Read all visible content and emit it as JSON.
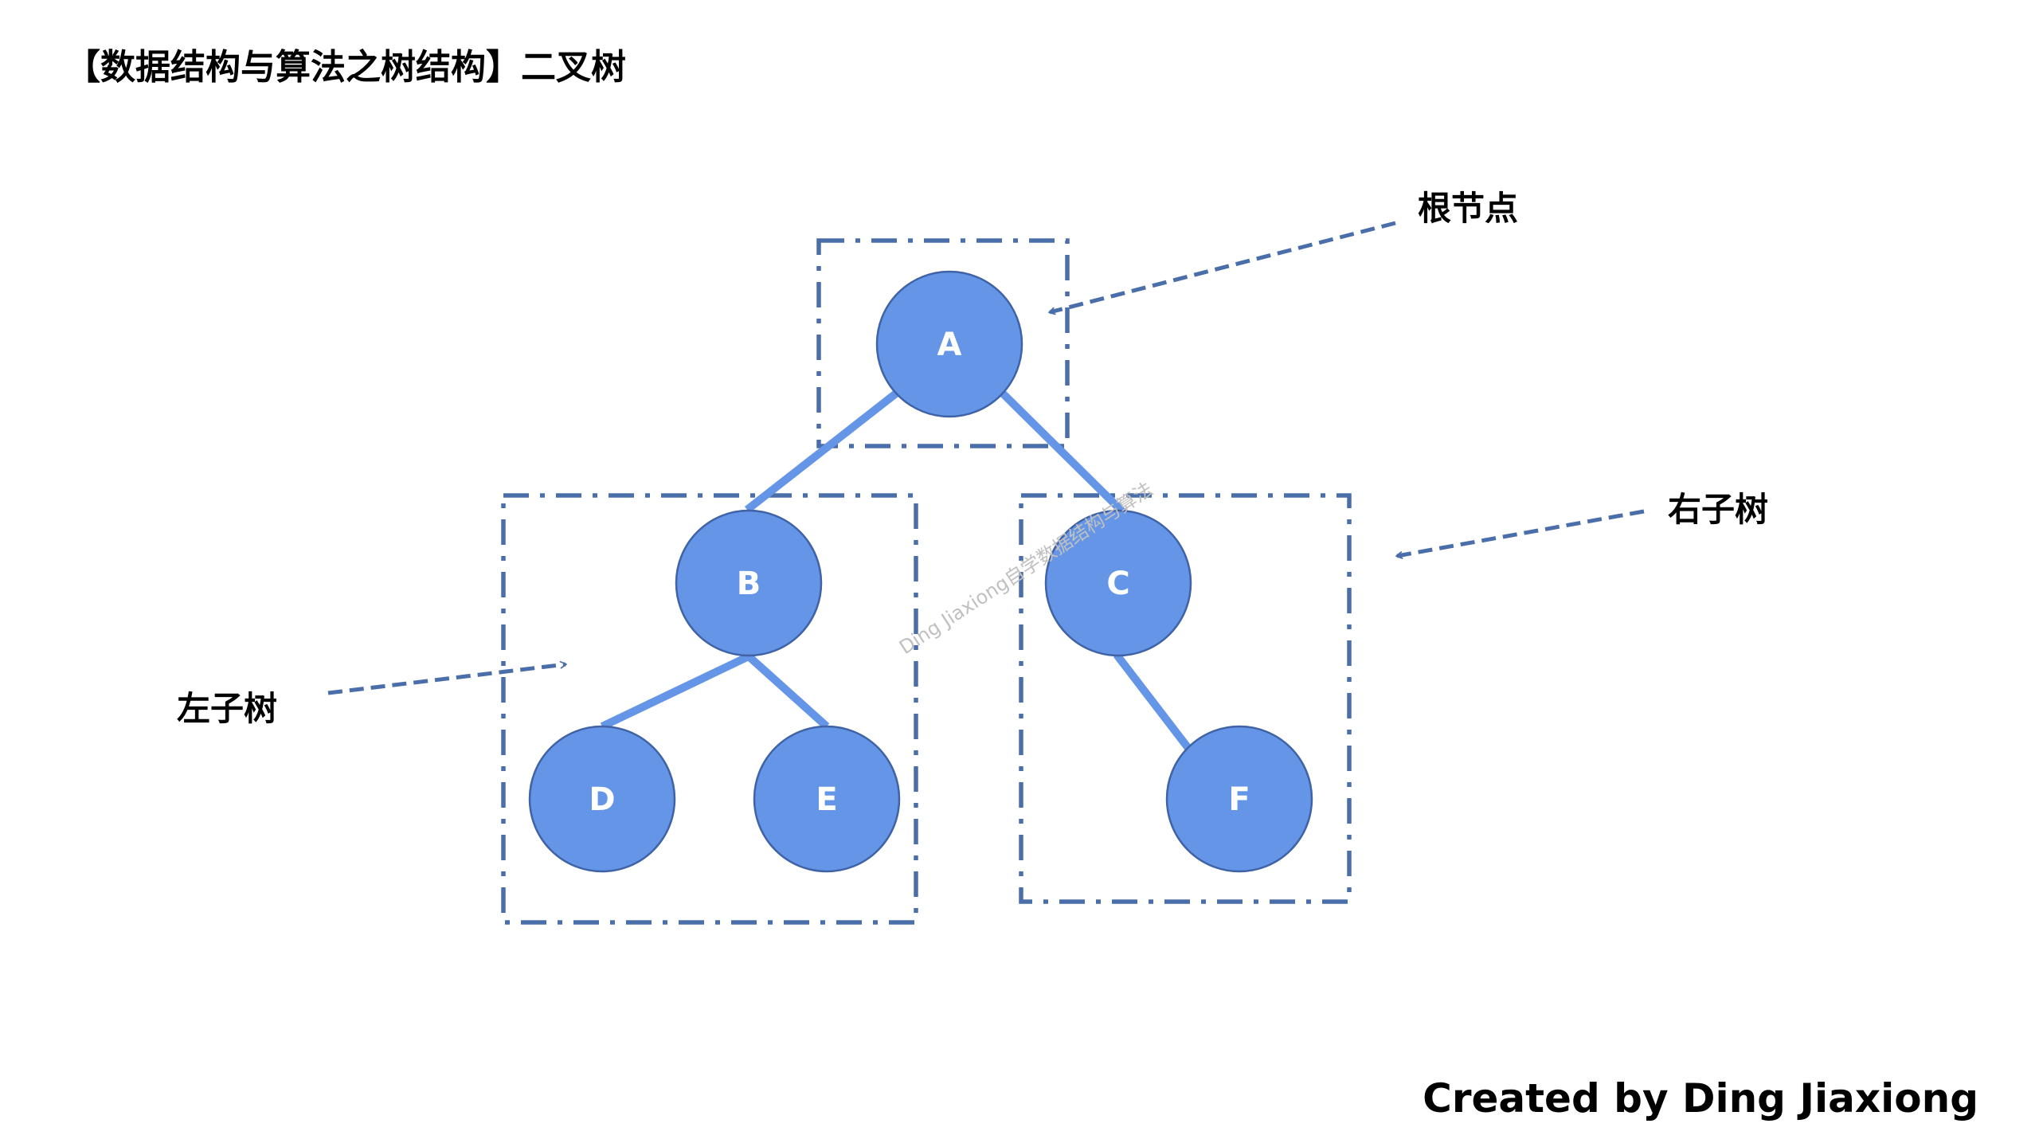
{
  "header": {
    "title": "【数据结构与算法之树结构】二叉树"
  },
  "footer": {
    "credit": "Created by Ding Jiaxiong"
  },
  "watermark": {
    "text": "Ding Jiaxiong自学数据结构与算法"
  },
  "tree": {
    "nodes": {
      "a": "A",
      "b": "B",
      "c": "C",
      "d": "D",
      "e": "E",
      "f": "F"
    }
  },
  "annotations": {
    "root": "根节点",
    "left_subtree": "左子树",
    "right_subtree": "右子树"
  },
  "colors": {
    "node_fill": "#6495e6",
    "node_stroke": "#3f63a6",
    "edge": "#6495e6",
    "box_border": "#4a6ea9",
    "arrow": "#4a6ea9"
  }
}
